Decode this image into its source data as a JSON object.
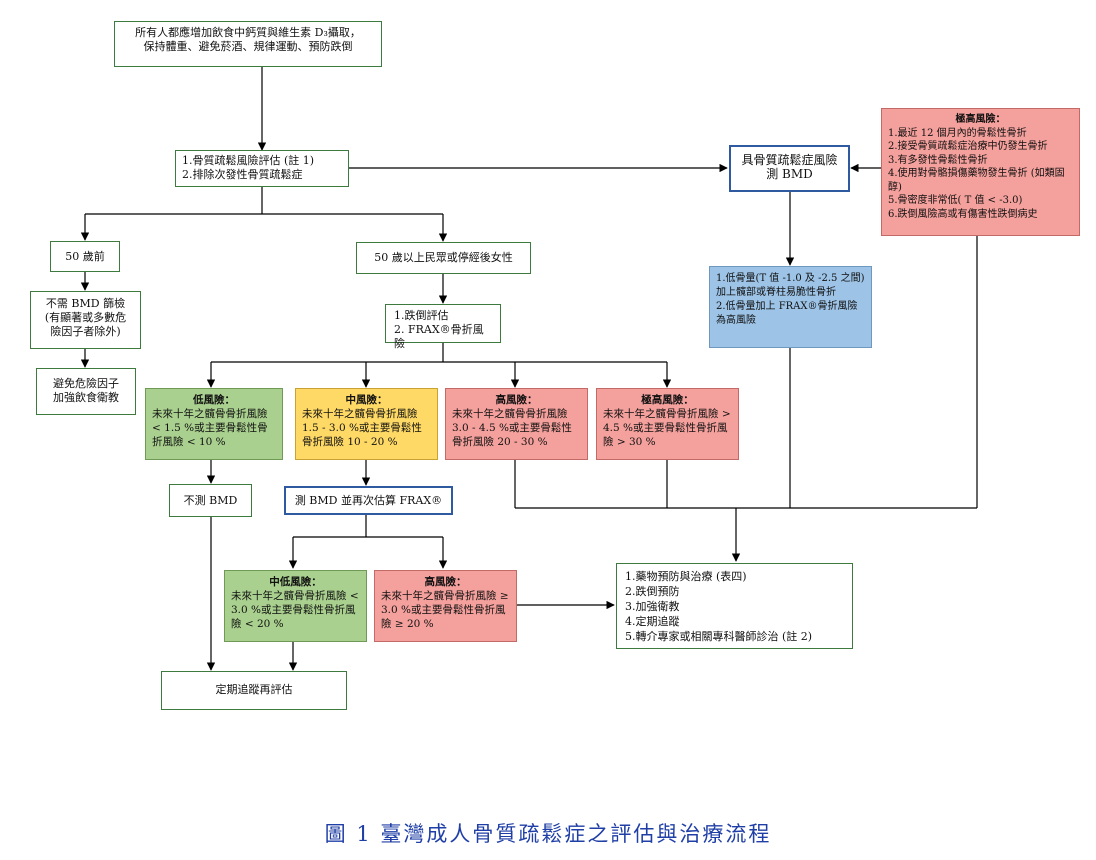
{
  "boxes": {
    "top": {
      "lines": [
        "所有人都應增加飲食中鈣質與維生素 D₃攝取，",
        "保持體重、避免菸酒、規律運動、預防跌倒"
      ]
    },
    "assess": {
      "lines": [
        "1.骨質疏鬆風險評估 (註 1)",
        "2.排除次發性骨質疏鬆症"
      ]
    },
    "bmd_risk": {
      "lines": [
        "具骨質疏鬆症風險",
        "測 BMD"
      ]
    },
    "very_high_top": {
      "title": "極高風險：",
      "lines": [
        "1.最近 12 個月內的骨鬆性骨折",
        "2.接受骨質疏鬆症治療中仍發生骨折",
        "3.有多發性骨鬆性骨折",
        "4.使用對骨骼損傷藥物發生骨折 (如類固醇)",
        "5.骨密度非常低( T 值 < -3.0)",
        "6.跌倒風險高或有傷害性跌倒病史"
      ]
    },
    "under50": {
      "lines": [
        "50 歲前"
      ]
    },
    "over50": {
      "lines": [
        "50 歲以上民眾或停經後女性"
      ]
    },
    "no_bmd_screen": {
      "lines": [
        "不需 BMD 篩檢",
        "(有顯著或多數危",
        "險因子者除外)"
      ]
    },
    "avoid_risk": {
      "lines": [
        "避免危險因子",
        "加強飲食衛教"
      ]
    },
    "fall_frax": {
      "lines": [
        "1.跌倒評估",
        "2. FRAX®骨折風險"
      ]
    },
    "low_bmd": {
      "lines": [
        "1.低骨量(T 值 -1.0 及 -2.5 之間) 加上髖部或脊柱易脆性骨折",
        "2.低骨量加上 FRAX®骨折風險為高風險"
      ]
    },
    "low_risk": {
      "title": "低風險：",
      "lines": [
        "未來十年之髖骨骨折風險 < 1.5 %或主要骨鬆性骨折風險 < 10 %"
      ]
    },
    "mid_risk": {
      "title": "中風險：",
      "lines": [
        "未來十年之髖骨骨折風險 1.5 - 3.0 %或主要骨鬆性骨折風險 10 - 20 %"
      ]
    },
    "high_risk": {
      "title": "高風險：",
      "lines": [
        "未來十年之髖骨骨折風險 3.0 - 4.5 %或主要骨鬆性骨折風險 20 - 30 %"
      ]
    },
    "very_high_risk": {
      "title": "極高風險：",
      "lines": [
        "未來十年之髖骨骨折風險 > 4.5 %或主要骨鬆性骨折風險 > 30 %"
      ]
    },
    "no_bmd": {
      "lines": [
        "不測 BMD"
      ]
    },
    "bmd_frax": {
      "lines": [
        "測 BMD 並再次估算 FRAX®"
      ]
    },
    "mid_low": {
      "title": "中低風險：",
      "lines": [
        "未來十年之髖骨骨折風險 < 3.0 %或主要骨鬆性骨折風險 < 20 %"
      ]
    },
    "high2": {
      "title": "高風險：",
      "lines": [
        "未來十年之髖骨骨折風險 ≥ 3.0 %或主要骨鬆性骨折風險 ≥ 20 %"
      ]
    },
    "treatment": {
      "lines": [
        "1.藥物預防與治療 (表四)",
        "2.跌倒預防",
        "3.加強衛教",
        "4.定期追蹤",
        "5.轉介專家或相關專科醫師診治 (註 2)"
      ]
    },
    "followup": {
      "lines": [
        "定期追蹤再評估"
      ]
    }
  },
  "caption": "圖 1  臺灣成人骨質疏鬆症之評估與治療流程",
  "colors": {
    "green": "#a9d08e",
    "yellow": "#ffd966",
    "red": "#f4a09c",
    "blue": "#9dc3e6",
    "caption": "#1f3fa6"
  }
}
